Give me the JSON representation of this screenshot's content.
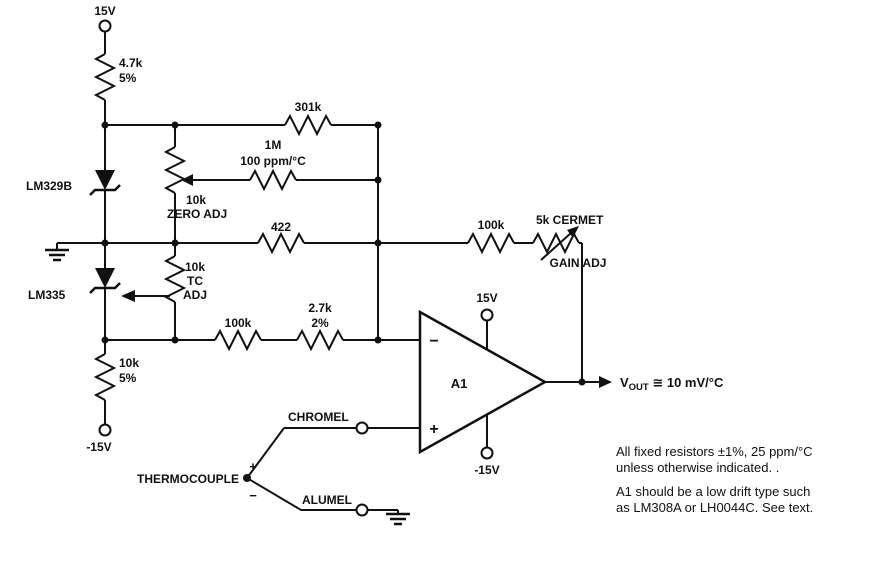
{
  "schematic": {
    "description": "Thermocouple amplifier circuit schematic",
    "ink_color": "#111111",
    "background": "#ffffff"
  },
  "labels": {
    "vcc": "15V",
    "vee": "-15V",
    "r_4k7": "4.7k",
    "r_4k7_tol": "5%",
    "r_301k": "301k",
    "r_1m": "1M",
    "r_1m_note": "100 ppm/°C",
    "zero_pot_value": "10k",
    "zero_pot_name": "ZERO ADJ",
    "r_422": "422",
    "tc_pot_value": "10k",
    "tc_pot_name1": "TC",
    "tc_pot_name2": "ADJ",
    "r_100k_fb": "100k",
    "gain_pot_value": "5k CERMET",
    "gain_pot_name": "GAIN ADJ",
    "r_100k_in": "100k",
    "r_2k7": "2.7k",
    "r_2k7_tol": "2%",
    "r_10k_bottom": "10k",
    "r_10k_bottom_tol": "5%",
    "d_lm329b": "LM329B",
    "d_lm335": "LM335",
    "opamp_name": "A1",
    "opamp_vcc": "15V",
    "opamp_vee": "-15V",
    "opamp_minus": "−",
    "opamp_plus": "+",
    "thermocouple": "THERMOCOUPLE",
    "tc_plus": "+",
    "tc_minus": "−",
    "chromel": "CHROMEL",
    "alumel": "ALUMEL",
    "vout_v": "V",
    "vout_sub": "OUT",
    "vout_rest": " ≅ 10 mV/°C",
    "note1": "All fixed resistors ±1%, 25 ppm/°C",
    "note2": "unless otherwise indicated. .",
    "note3": "A1 should be a low drift type such",
    "note4": "as LM308A or LH0044C. See text."
  }
}
